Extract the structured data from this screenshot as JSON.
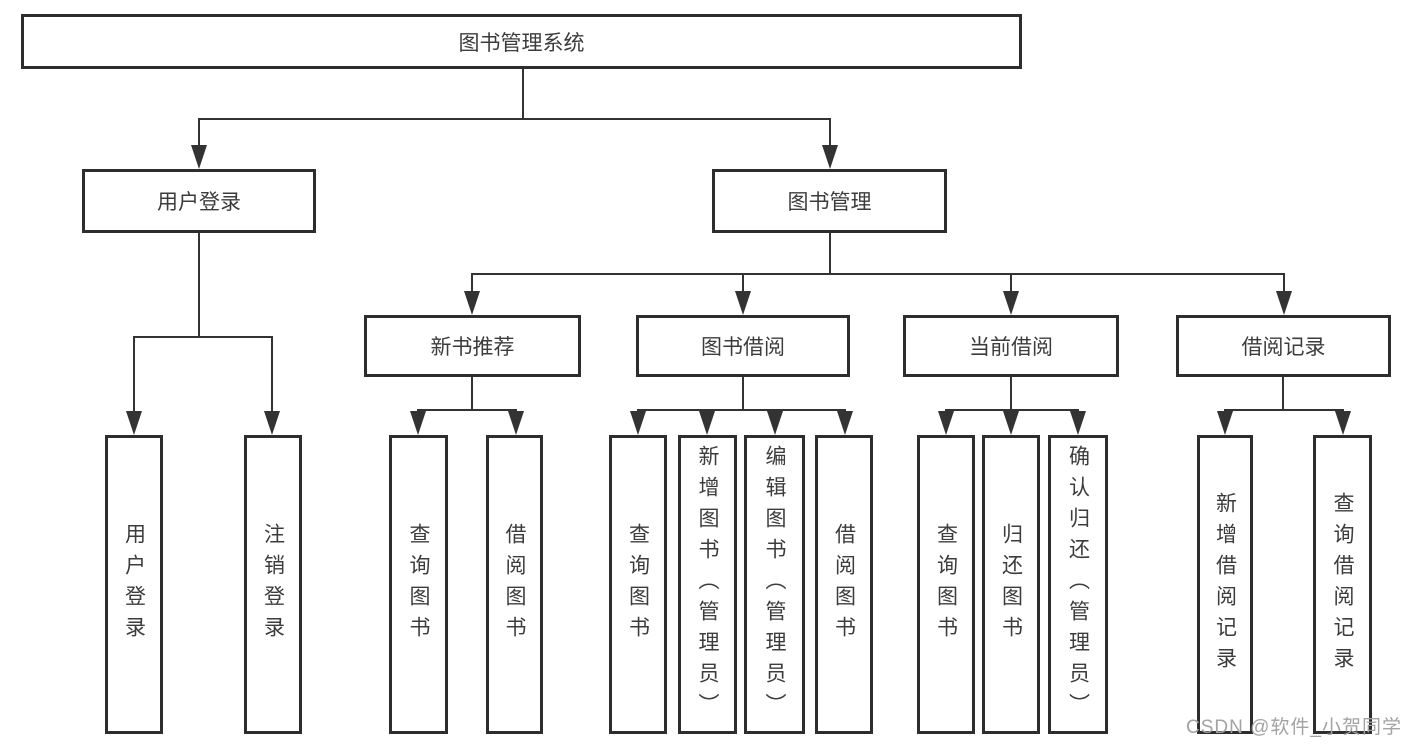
{
  "diagram_title": "图书管理系统",
  "colors": {
    "box_border": "#2d2d2d",
    "line": "#333333",
    "text": "#3c3c3c",
    "watermark_text": "#a3a3a3"
  },
  "tree": {
    "label": "图书管理系统",
    "children": [
      {
        "label": "用户登录",
        "children": [
          {
            "label": "用户登录"
          },
          {
            "label": "注销登录"
          }
        ]
      },
      {
        "label": "图书管理",
        "children": [
          {
            "label": "新书推荐",
            "children": [
              {
                "label": "查询图书"
              },
              {
                "label": "借阅图书"
              }
            ]
          },
          {
            "label": "图书借阅",
            "children": [
              {
                "label": "查询图书"
              },
              {
                "label": "新增图书（管理员）"
              },
              {
                "label": "编辑图书（管理员）"
              },
              {
                "label": "借阅图书"
              }
            ]
          },
          {
            "label": "当前借阅",
            "children": [
              {
                "label": "查询图书"
              },
              {
                "label": "归还图书"
              },
              {
                "label": "确认归还（管理员）"
              }
            ]
          },
          {
            "label": "借阅记录",
            "children": [
              {
                "label": "新增借阅记录"
              },
              {
                "label": "查询借阅记录"
              }
            ]
          }
        ]
      }
    ]
  },
  "watermark": {
    "text": "CSDN @软件_小贺同学"
  }
}
